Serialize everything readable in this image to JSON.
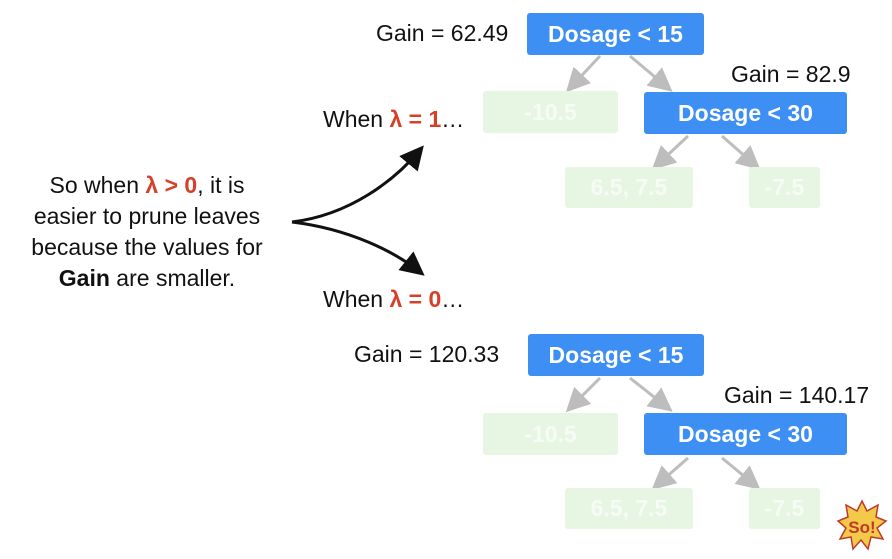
{
  "top_tree": {
    "label_prefix": "When ",
    "label_lambda": "λ = 1",
    "label_suffix": "…",
    "root_gain": "Gain = 62.49",
    "root_split": "Dosage < 15",
    "left_leaf": "-10.5",
    "right_gain": "Gain =  82.9",
    "right_split": "Dosage < 30",
    "rl_leaf": "6.5, 7.5",
    "rr_leaf": "-7.5"
  },
  "bottom_tree": {
    "label_prefix": "When ",
    "label_lambda": "λ = 0",
    "label_suffix": "…",
    "root_gain": "Gain = 120.33",
    "root_split": "Dosage < 15",
    "left_leaf": "-10.5",
    "right_gain": "Gain = 140.17",
    "right_split": "Dosage < 30",
    "rl_leaf": "6.5, 7.5",
    "rr_leaf": "-7.5"
  },
  "explanation": {
    "p1": "So when ",
    "lambda": "λ > 0",
    "p2": ", it is easier to prune leaves because the values for ",
    "gain_word": "Gain",
    "p3": " are smaller."
  },
  "logo": {
    "text": "So!",
    "icon": "statquest-logo-icon"
  },
  "colors": {
    "split_node": "#3d8ff3",
    "leaf_node": "#e6f6e2",
    "lambda_text": "#d64028",
    "edge": "#bdbdbd"
  }
}
